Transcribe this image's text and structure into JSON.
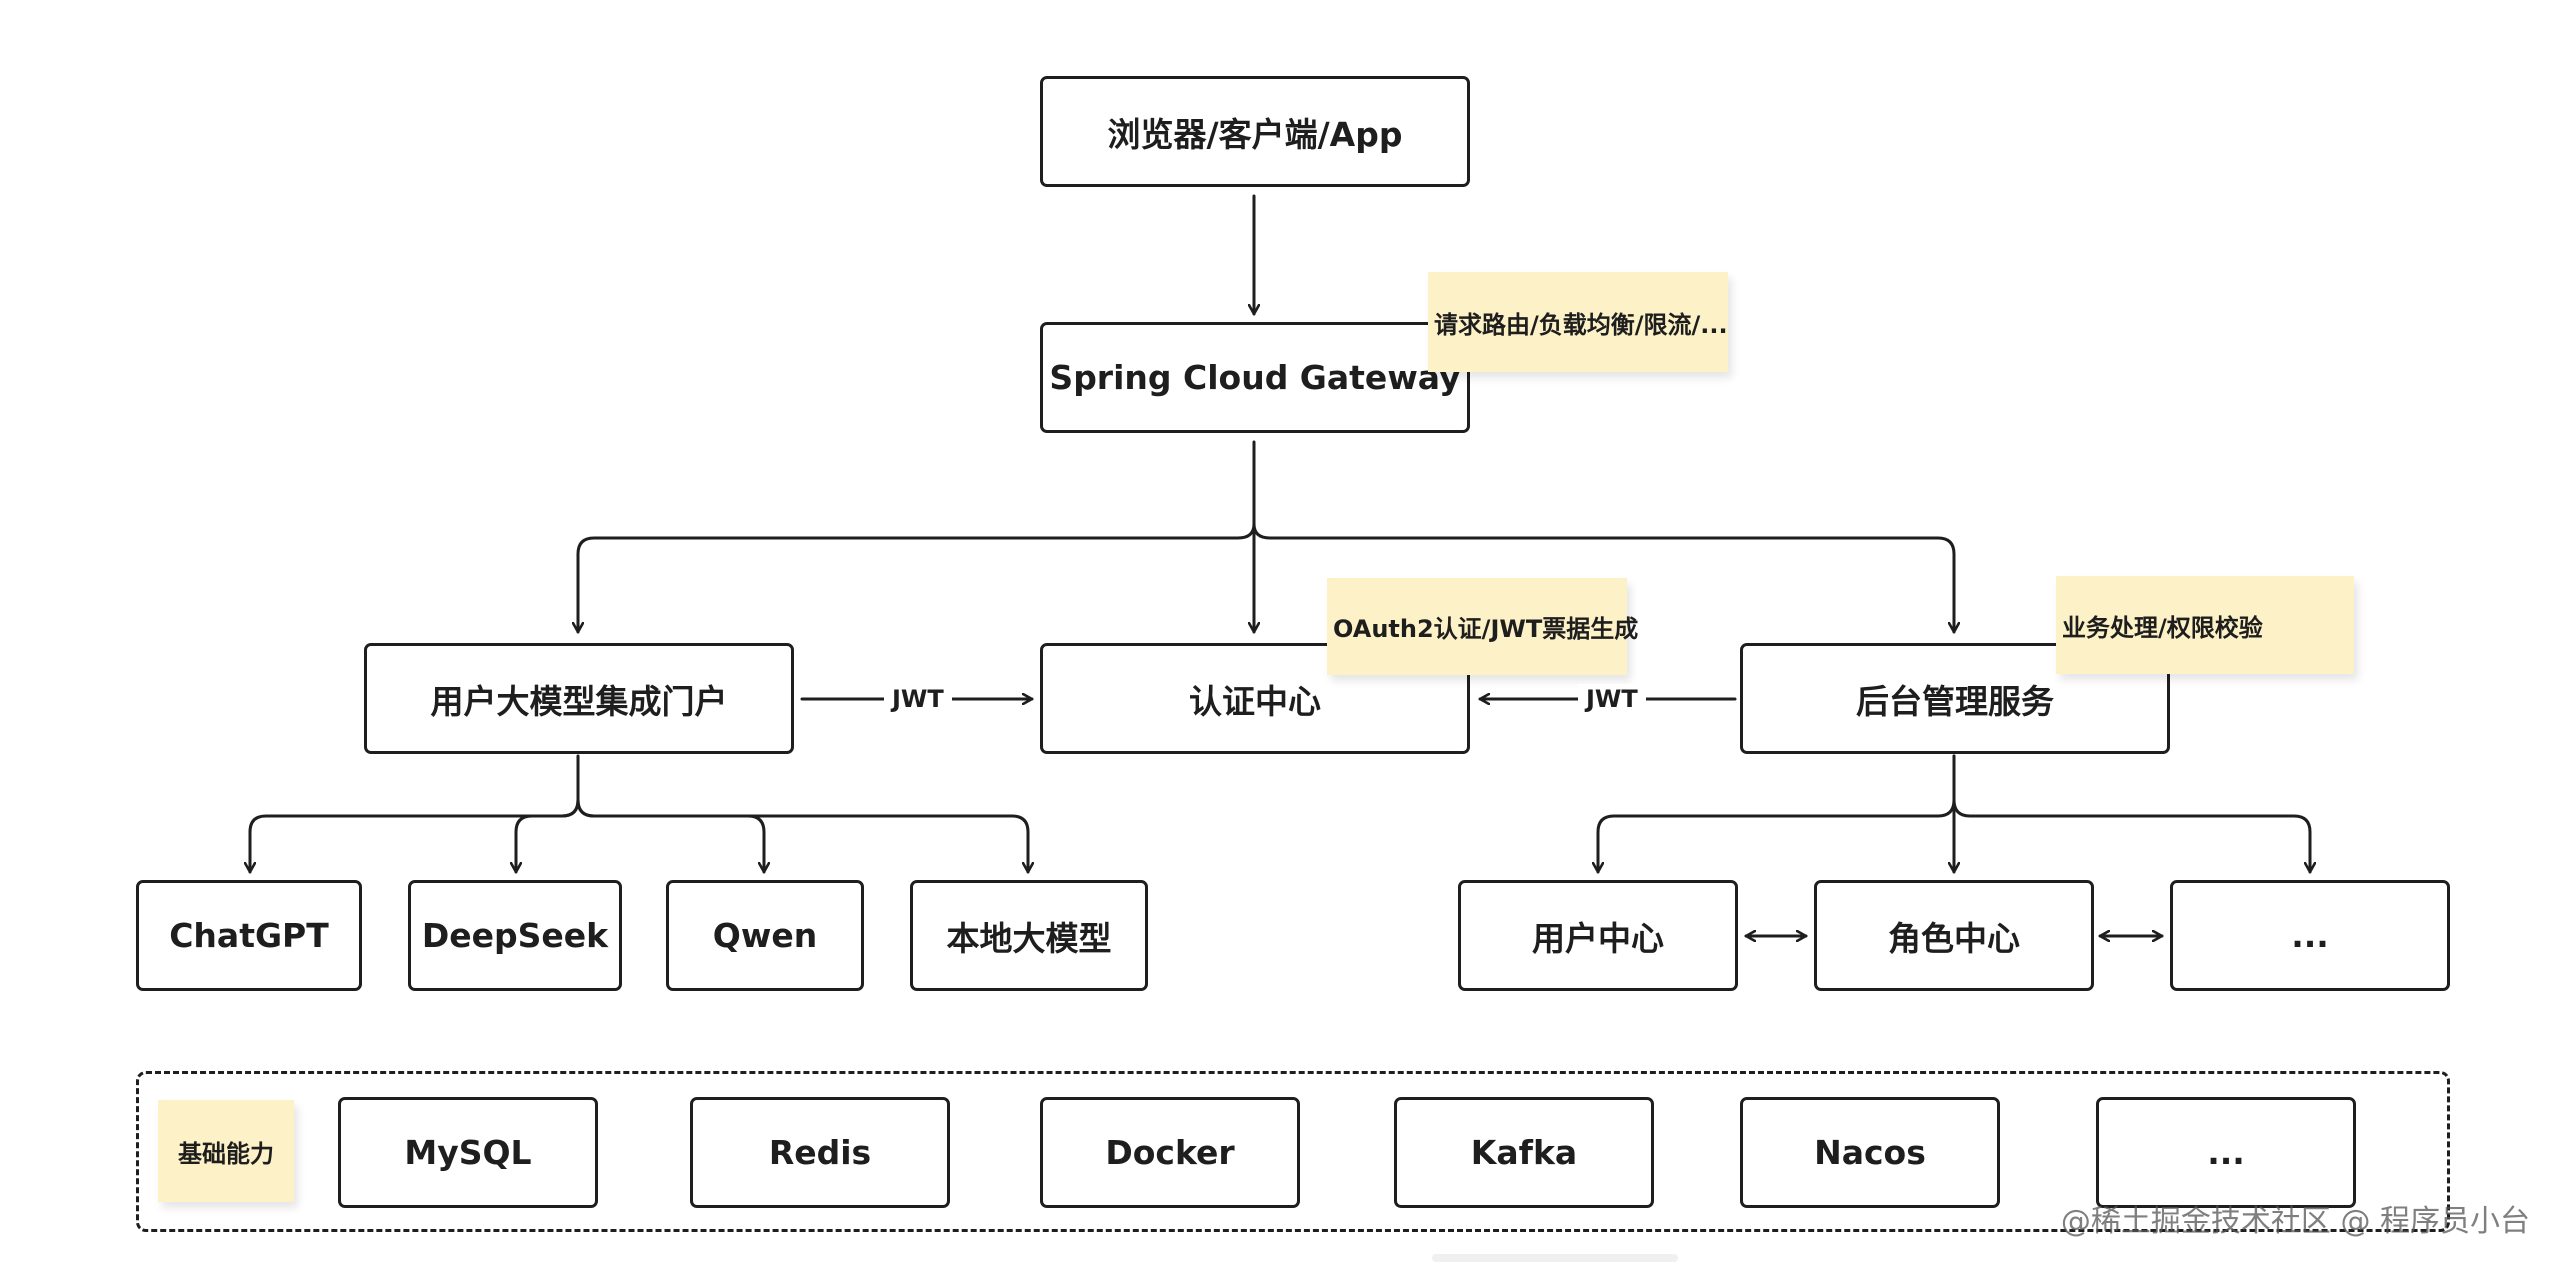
{
  "top": {
    "client": "浏览器/客户端/App",
    "gateway": "Spring Cloud Gateway",
    "gateway_note": "请求路由/负载均衡/限流/..."
  },
  "middle": {
    "portal": "用户大模型集成门户",
    "auth": "认证中心",
    "auth_note": "OAuth2认证/JWT票据生成",
    "admin": "后台管理服务",
    "admin_note": "业务处理/权限校验",
    "jwt_left": "JWT",
    "jwt_right": "JWT"
  },
  "models": [
    "ChatGPT",
    "DeepSeek",
    "Qwen",
    "本地大模型"
  ],
  "admin_children": [
    "用户中心",
    "角色中心",
    "..."
  ],
  "infrastructure": {
    "label": "基础能力",
    "items": [
      "MySQL",
      "Redis",
      "Docker",
      "Kafka",
      "Nacos",
      "..."
    ]
  },
  "watermark": "@稀土掘金技术社区 @ 程序员小台",
  "colors": {
    "stroke": "#1e1e1e",
    "note_bg": "#fdf1c7"
  }
}
